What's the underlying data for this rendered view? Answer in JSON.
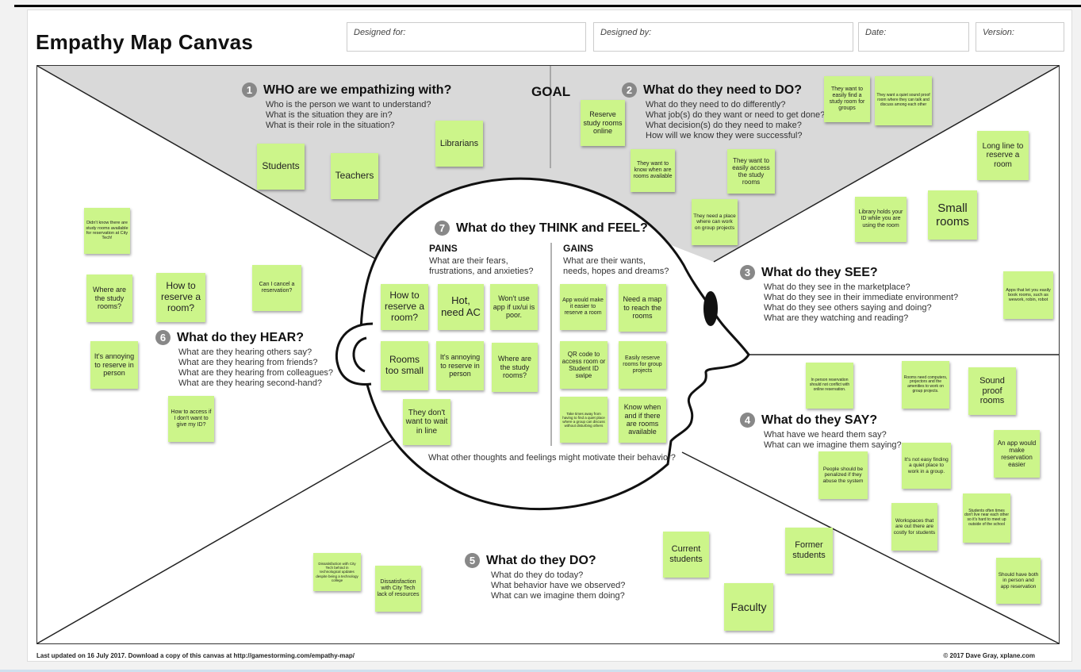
{
  "title": "Empathy Map Canvas",
  "fields": {
    "designed_for": "Designed for:",
    "designed_by": "Designed by:",
    "date": "Date:",
    "version": "Version:"
  },
  "goal": "GOAL",
  "sections": {
    "who": {
      "number": "1",
      "title": "WHO are we empathizing with?",
      "lines": [
        "Who is the person we want to understand?",
        "What is the situation they are in?",
        "What is their role in the situation?"
      ]
    },
    "do_need": {
      "number": "2",
      "title": "What do they need to DO?",
      "lines": [
        "What do they need to do differently?",
        "What job(s) do they want or need to get done?",
        "What decision(s) do they need to make?",
        "How will we know they were successful?"
      ]
    },
    "see": {
      "number": "3",
      "title": "What do they SEE?",
      "lines": [
        "What do they see in the marketplace?",
        "What do they see in their immediate environment?",
        "What do they see others saying and doing?",
        "What are they watching and reading?"
      ]
    },
    "say": {
      "number": "4",
      "title": "What do they SAY?",
      "lines": [
        "What have we heard them say?",
        "What can we imagine them saying?"
      ]
    },
    "do": {
      "number": "5",
      "title": "What do they DO?",
      "lines": [
        "What do they do today?",
        "What behavior have we observed?",
        "What can we imagine them doing?"
      ]
    },
    "hear": {
      "number": "6",
      "title": "What do they HEAR?",
      "lines": [
        "What are they hearing others say?",
        "What are they hearing from friends?",
        "What are they hearing from colleagues?",
        "What are they hearing second-hand?"
      ]
    },
    "think": {
      "number": "7",
      "title": "What do they THINK and FEEL?",
      "pains_title": "PAINS",
      "pains_lines": [
        "What are their fears,",
        "frustrations, and anxieties?"
      ],
      "gains_title": "GAINS",
      "gains_lines": [
        "What are their wants,",
        "needs, hopes and dreams?"
      ],
      "footer": "What other thoughts and feelings might motivate their behavior?"
    }
  },
  "notes": {
    "who": [
      "Students",
      "Teachers",
      "Librarians"
    ],
    "goal": [
      "Reserve study rooms online",
      "They want to know when are rooms available",
      "They want to easily access the study rooms",
      "They need a place where can work on group projects",
      "They want to easily find a study room for groups",
      "They want a quiet sound proof room where they can talk and discuss among each other"
    ],
    "see": [
      "Long line to reserve a room",
      "Library holds your ID while you are using the room",
      "Small rooms",
      "Apps that let you easily book rooms, such as wework, robin, robot"
    ],
    "say": [
      "In person reservation should not conflict with online reservation.",
      "Rooms need computers, projectors and the amenities to work on group projects.",
      "Sound proof rooms",
      "It's not easy finding a quiet place to work in a group.",
      "People should be penalized if they abuse the system",
      "An app would make reservation easier",
      "Workspaces that are out there are costly for students",
      "Students often times don't live near each other so it's hard to meet up outside of the school",
      "Should have both in person and app reservation"
    ],
    "do": [
      "Dissatisfaction with City Tech behind in technological updates despite being a technology college",
      "Dissatisfaction with City Tech lack of resources",
      "Current students",
      "Former students",
      "Faculty"
    ],
    "hear": [
      "Didn't know there are study rooms available for reservation at City Tech!",
      "Where are the study rooms?",
      "How to reserve a room?",
      "Can I cancel a reservation?",
      "It's annoying to reserve in person",
      "How to access if I don't want to give my ID?"
    ],
    "pains": [
      "How to reserve a room?",
      "Hot, need AC",
      "Won't use app if ux/ui is poor.",
      "Rooms too small",
      "It's annoying to reserve in person",
      "Where are the study rooms?",
      "They don't want to wait in line"
    ],
    "gains": [
      "App would make it easier to reserve a room",
      "Need a map to reach the rooms",
      "QR code to access room or Student ID swipe",
      "Easily reserve rooms for group projects",
      "Take times away from having to find a quiet place where a group can discuss without disturbing others",
      "Know when and if there are rooms available"
    ]
  },
  "footer": {
    "left": "Last updated on 16 July 2017. Download a copy of this canvas at http://gamestorming.com/empathy-map/",
    "right": "© 2017 Dave Gray, xplane.com"
  },
  "colors": {
    "note": "#ccf58a",
    "top_fill": "#d9d9d9",
    "section_number": "#888888"
  }
}
